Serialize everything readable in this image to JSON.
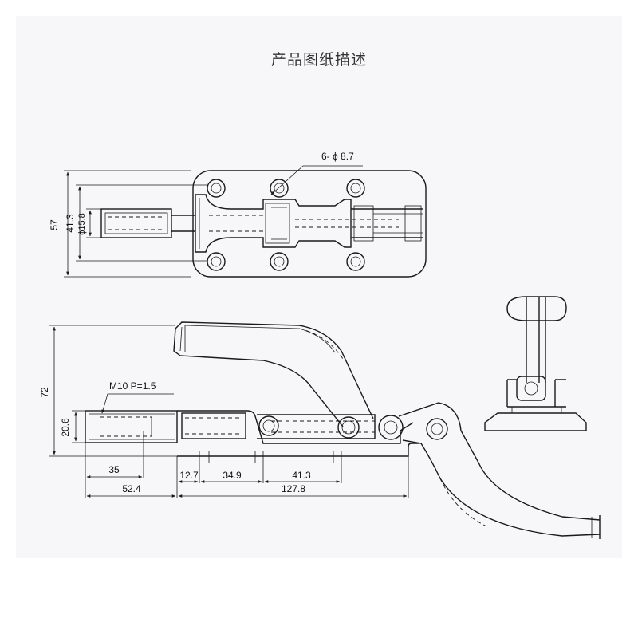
{
  "title": "产品图纸描述",
  "dimensions": {
    "holes": "6- ϕ 8.7",
    "width_57": "57",
    "width_41_3": "41.3",
    "dia_15_8": "ϕ15.8",
    "height_72": "72",
    "thread": "M10  P=1.5",
    "h_20_6": "20.6",
    "d_35": "35",
    "d_52_4": "52.4",
    "d_12_7": "12.7",
    "d_34_9": "34.9",
    "d_41_3b": "41.3",
    "d_127_8": "127.8"
  }
}
